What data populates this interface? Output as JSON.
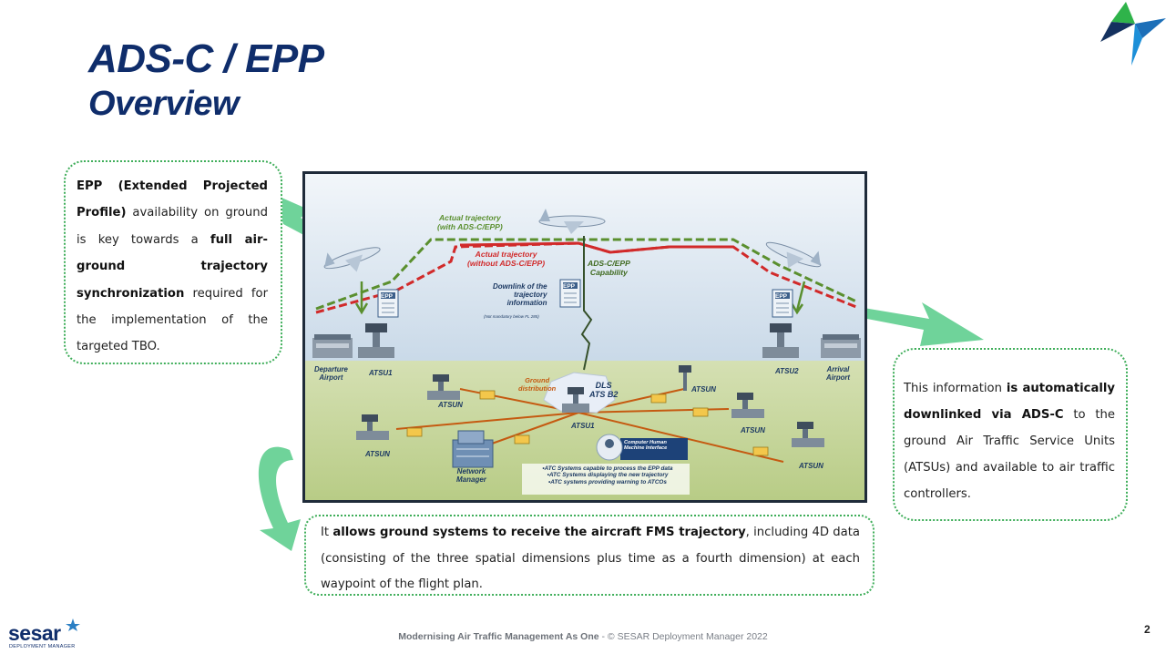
{
  "title": {
    "line1": "ADS-C / EPP",
    "line2": "Overview"
  },
  "callout_left": {
    "segments": [
      {
        "text": "EPP (Extended Projected Profile)",
        "bold": true
      },
      {
        "text": " availability on ground is key towards a ",
        "bold": false
      },
      {
        "text": "full air-ground trajectory synchronization",
        "bold": true
      },
      {
        "text": " required for the implementation of the targeted TBO.",
        "bold": false
      }
    ]
  },
  "callout_right": {
    "segments": [
      {
        "text": "This information ",
        "bold": false
      },
      {
        "text": "is automatically downlinked via ADS-C",
        "bold": true
      },
      {
        "text": " to the ground Air Traffic Service Units (ATSUs) and available to air traffic controllers.",
        "bold": false
      }
    ]
  },
  "callout_bottom": {
    "segments": [
      {
        "text": "It ",
        "bold": false
      },
      {
        "text": "allows ground systems to receive the aircraft FMS trajectory",
        "bold": true
      },
      {
        "text": ", including 4D data (consisting of the three spatial dimensions plus time as a fourth dimension) at each waypoint of the flight plan.",
        "bold": false
      }
    ]
  },
  "diagram": {
    "actual_with": "Actual trajectory\n(with ADS-C/EPP)",
    "actual_without": "Actual trajectory\n(without ADS-C/EPP)",
    "capability": "ADS-C/EPP\nCapability",
    "downlink": "Downlink of the\ntrajectory\ninformation",
    "not_mandatory": "(Not mandatory below FL 285)",
    "epp": "EPP",
    "departure_airport": "Departure\nAirport",
    "arrival_airport": "Arrival\nAirport",
    "atsu1_left": "ATSU1",
    "atsu2": "ATSU2",
    "ground_distribution": "Ground\ndistribution",
    "dls": "DLS\nATS B2",
    "atsu1_center": "ATSU1",
    "atsun": "ATSUN",
    "network_manager": "Network\nManager",
    "chmi": "Computer Human\nMachine Interface",
    "atc_list": [
      "•ATC Systems capable to process the EPP data",
      "•ATC Systems displaying the new trajectory",
      "•ATC systems providing warning to ATCOs"
    ]
  },
  "footer": {
    "bold": "Modernising Air Traffic Management As One",
    "rest": " -  © SESAR Deployment Manager 2022",
    "page": "2"
  },
  "logo": {
    "word": "sesar",
    "sub": "DEPLOYMENT MANAGER"
  },
  "colors": {
    "title": "#0f2d6b",
    "callout_border": "#3fae5a",
    "arrow_green": "#6fd39a",
    "trajectory_with": "#5a8f2e",
    "trajectory_without": "#d12a2a",
    "sky": "#dfe9f2",
    "ground": "#c3d49a",
    "ground_link": "#c55a11"
  }
}
